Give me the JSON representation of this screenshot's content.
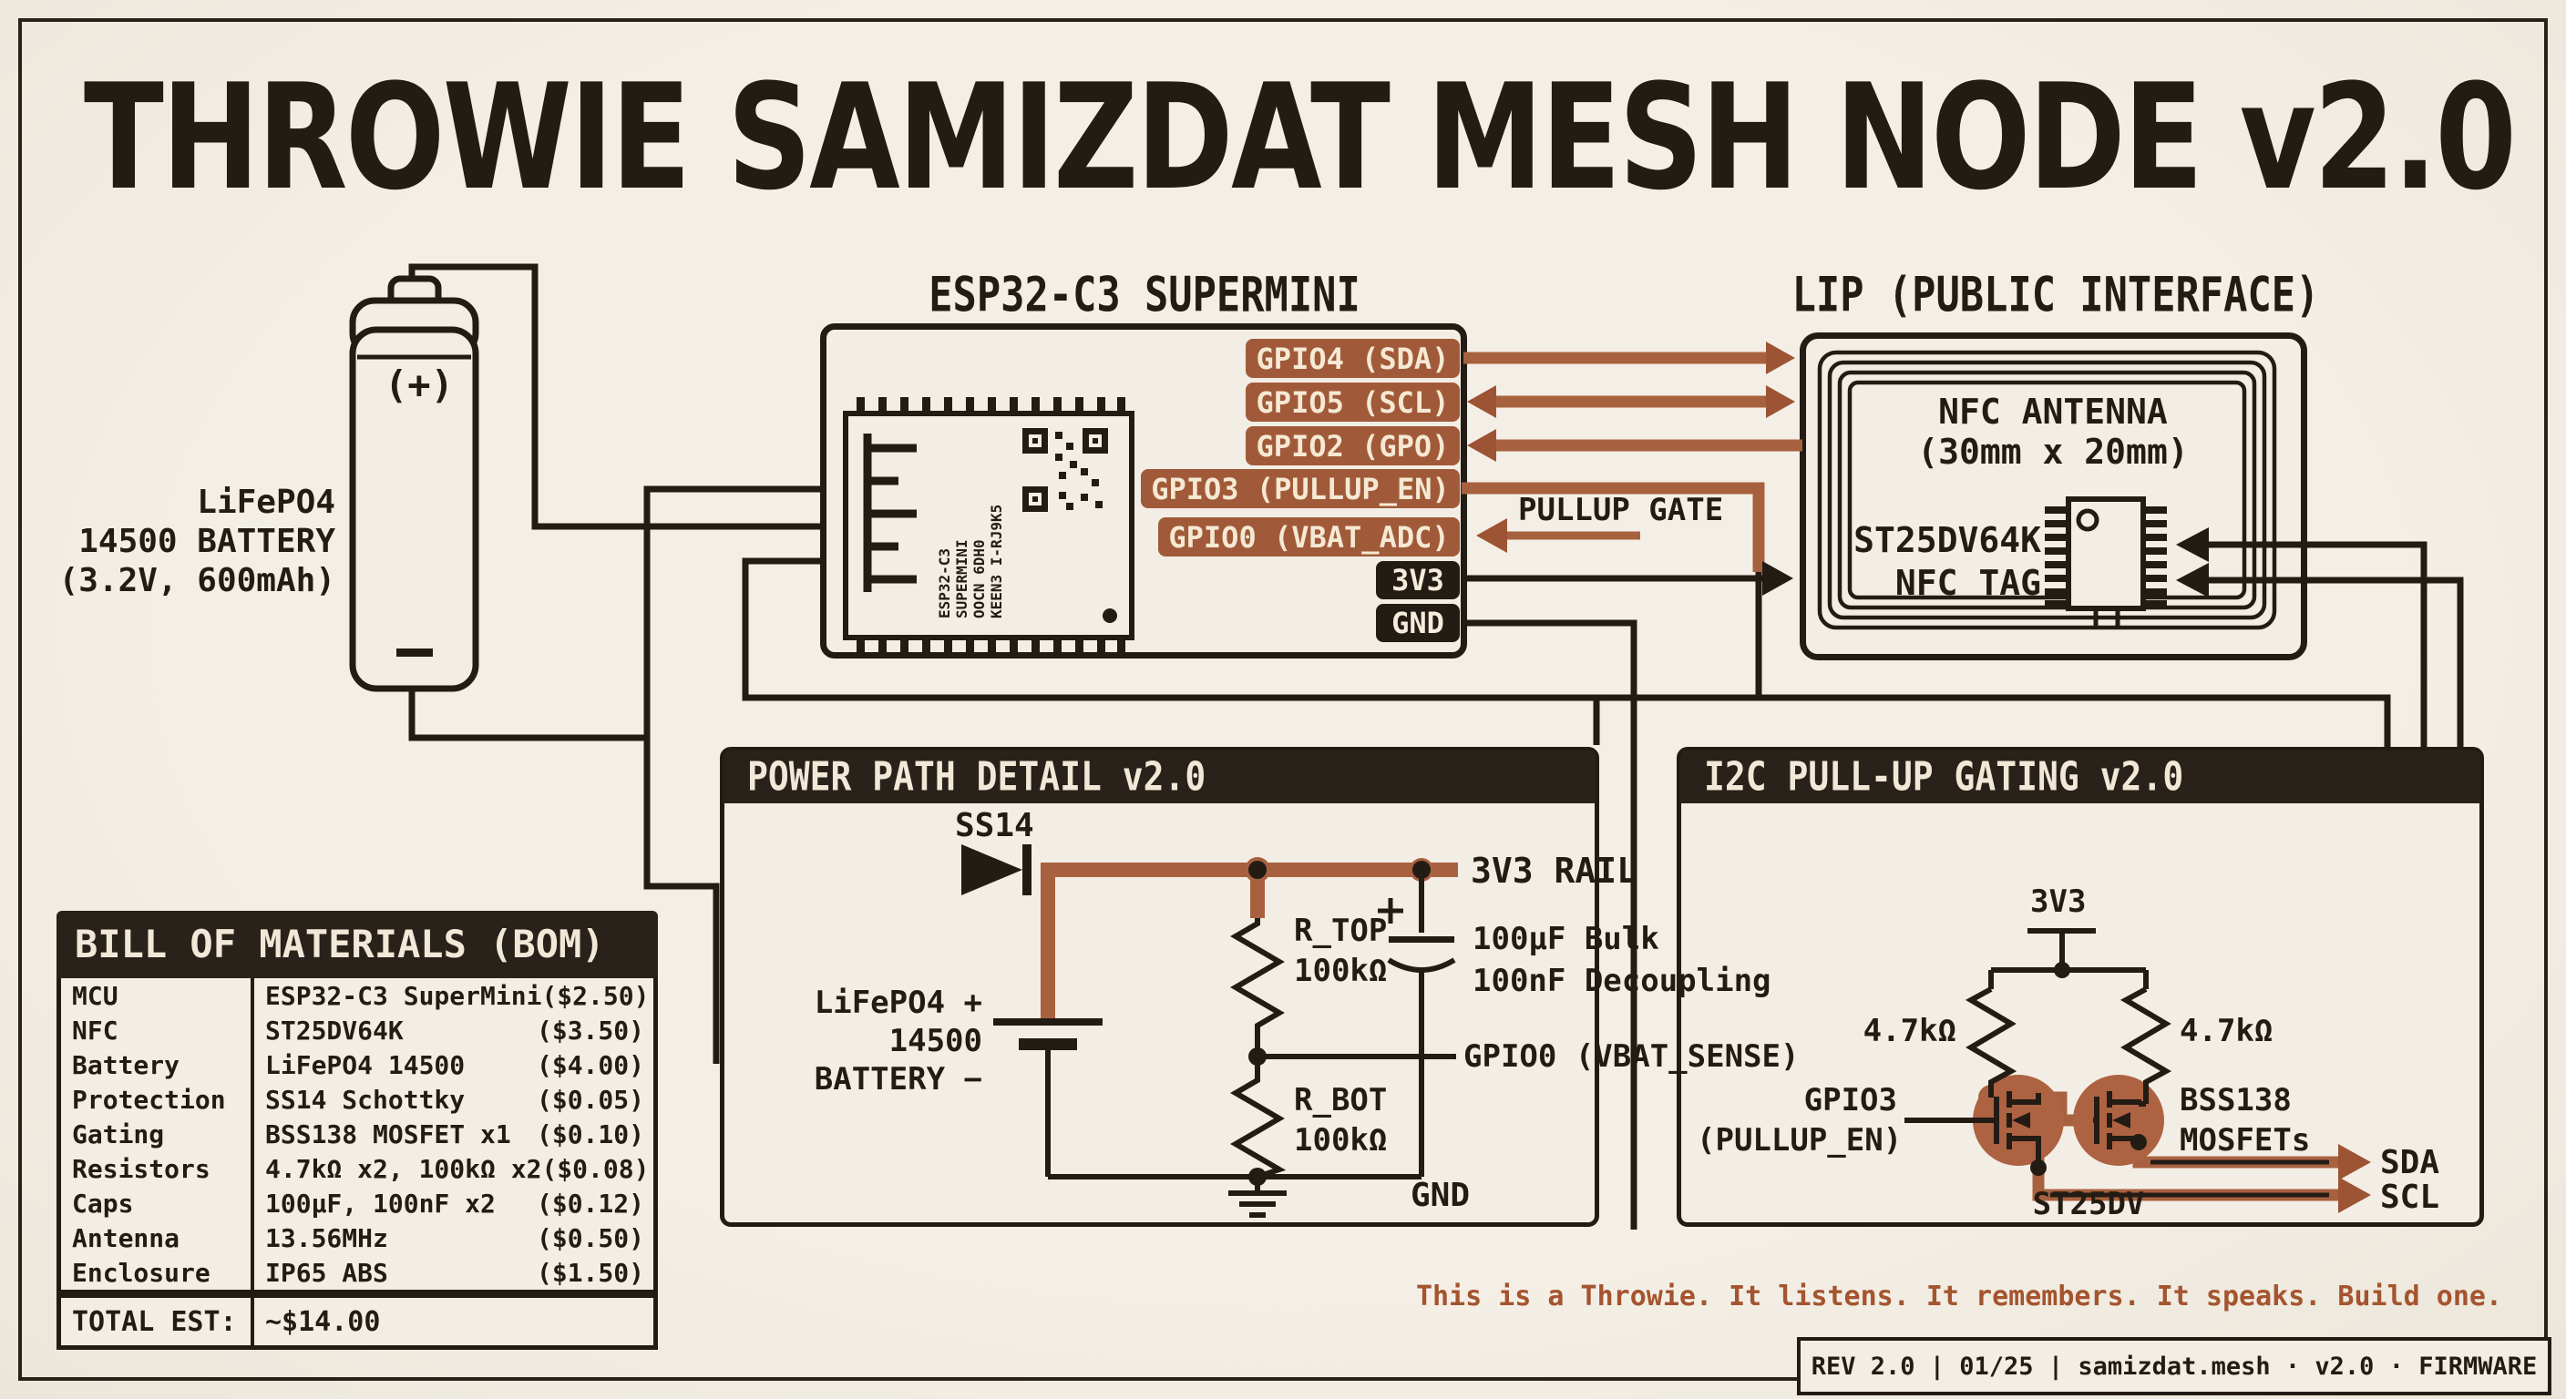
{
  "title": "THROWIE SAMIZDAT MESH NODE v2.0",
  "colors": {
    "ink": "#231c14",
    "rust": "#a15a39",
    "rust_wire": "#a8613f",
    "cream": "#f3eee5",
    "header_bar": "#29221a",
    "tagline": "#a4542e"
  },
  "battery": {
    "label_lines": [
      "LiFePO4",
      "14500 BATTERY",
      "(3.2V, 600mAh)"
    ],
    "plus": "(+)"
  },
  "esp32": {
    "title": "ESP32-C3 SUPERMINI",
    "pins": [
      {
        "label": "GPIO4 (SDA)"
      },
      {
        "label": "GPIO5 (SCL)"
      },
      {
        "label": "GPIO2 (GPO)"
      },
      {
        "label": "GPIO3 (PULLUP_EN)"
      },
      {
        "label": "GPIO0 (VBAT_ADC)"
      }
    ],
    "power_pins": [
      "3V3",
      "GND"
    ],
    "silkscreen_lines": "ESP32-C3\nSUPERMINI\nOOCN 6DH0\nKEEN3 I-RJ9K5",
    "pullup_gate_label": "PULLUP GATE"
  },
  "lip": {
    "title": "LIP (PUBLIC INTERFACE)",
    "antenna_lines": "NFC ANTENNA\n(30mm x 20mm)",
    "tag_lines": "ST25DV64K\nNFC TAG"
  },
  "power_panel": {
    "title": "POWER PATH DETAIL v2.0",
    "diode": "SS14",
    "rail": "3V3 RAIL",
    "r_top": "R_TOP\n100kΩ",
    "r_bot": "R_BOT\n100kΩ",
    "cap_lines": "100μF Bulk\n100nF Decoupling",
    "sense": "GPIO0 (VBAT_SENSE)",
    "battery_lines": "LiFePO4 +\n14500\nBATTERY −",
    "gnd": "GND"
  },
  "i2c_panel": {
    "title": "I2C PULL-UP GATING v2.0",
    "rail": "3V3",
    "r_left": "4.7kΩ",
    "r_right": "4.7kΩ",
    "gpio_lines": "GPIO3\n(PULLUP_EN)",
    "mosfet_lines": "BSS138\nMOSFETs",
    "chip": "ST25DV",
    "sda": "SDA",
    "scl": "SCL"
  },
  "bom": {
    "title": "BILL OF MATERIALS (BOM)",
    "rows": [
      {
        "cat": "MCU",
        "part": "ESP32-C3 SuperMini",
        "price": "($2.50)"
      },
      {
        "cat": "NFC",
        "part": "ST25DV64K",
        "price": "($3.50)"
      },
      {
        "cat": "Battery",
        "part": "LiFePO4 14500",
        "price": "($4.00)"
      },
      {
        "cat": "Protection",
        "part": "SS14 Schottky",
        "price": "($0.05)"
      },
      {
        "cat": "Gating",
        "part": "BSS138 MOSFET x1",
        "price": "($0.10)"
      },
      {
        "cat": "Resistors",
        "part": "4.7kΩ x2, 100kΩ x2",
        "price": "($0.08)"
      },
      {
        "cat": "Caps",
        "part": "100μF, 100nF x2",
        "price": "($0.12)"
      },
      {
        "cat": "Antenna",
        "part": "13.56MHz",
        "price": "($0.50)"
      },
      {
        "cat": "Enclosure",
        "part": "IP65 ABS",
        "price": "($1.50)"
      }
    ],
    "total_label": "TOTAL EST:",
    "total_value": "~$14.00"
  },
  "footer": {
    "tagline": "This is a Throwie. It listens. It remembers. It speaks. Build one.",
    "rev": "REV 2.0 | 01/25 | samizdat.mesh · v2.0 · FIRMWARE"
  }
}
